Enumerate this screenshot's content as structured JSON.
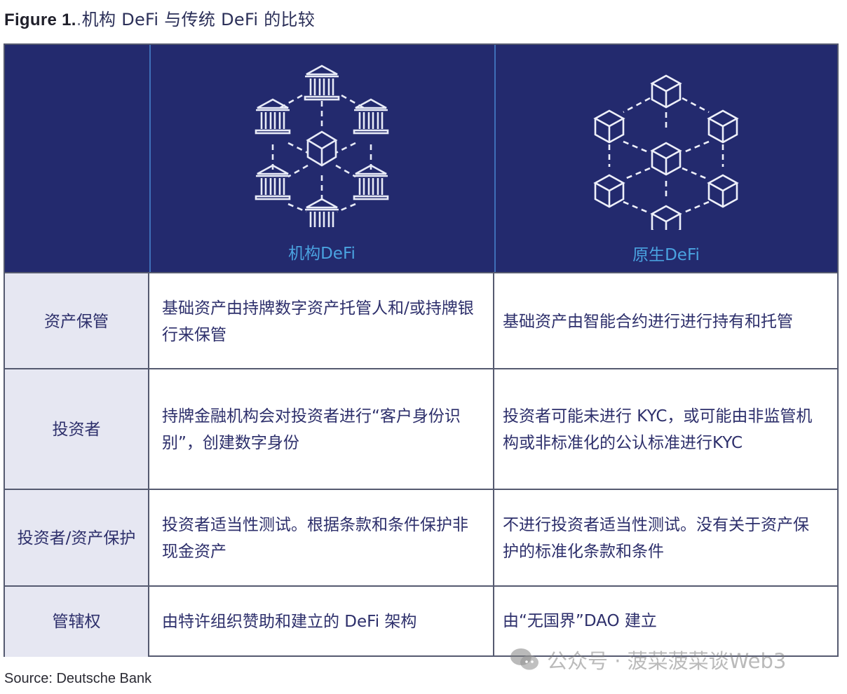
{
  "figure": {
    "label": "Figure 1.",
    "separator": ".",
    "title": "机构 DeFi 与传统 DeFi 的比较"
  },
  "table": {
    "header": {
      "corner": "",
      "columns": [
        {
          "label": "机构DeFi",
          "icon": "bank-network-icon"
        },
        {
          "label": "原生DeFi",
          "icon": "block-network-icon"
        }
      ]
    },
    "rows": [
      {
        "label": "资产保管",
        "institutional": "基础资产由持牌数字资产托管人和/或持牌银行来保管",
        "native": "基础资产由智能合约进行进行持有和托管"
      },
      {
        "label": "投资者",
        "institutional": "持牌金融机构会对投资者进行“客户身份识别”，创建数字身份",
        "native": "投资者可能未进行 KYC，或可能由非监管机构或非标准化的公认标准进行KYC"
      },
      {
        "label": "投资者/资产保护",
        "institutional": "投资者适当性测试。根据条款和条件保护非现金资产",
        "native": "不进行投资者适当性测试。没有关于资产保护的标准化条款和条件"
      },
      {
        "label": "管辖权",
        "institutional": "由特许组织赞助和建立的 DeFi 架构",
        "native": "由“无国界”DAO 建立"
      }
    ]
  },
  "source": "Source: Deutsche Bank",
  "watermark": {
    "icon": "wechat-icon",
    "text": "公众号 · 菠菜菠菜谈Web3"
  },
  "colors": {
    "header_bg": "#232a6e",
    "header_label": "#4aa3e0",
    "label_cell_bg": "#e6e7f2",
    "text": "#2d2f6b",
    "border": "#555a70"
  }
}
